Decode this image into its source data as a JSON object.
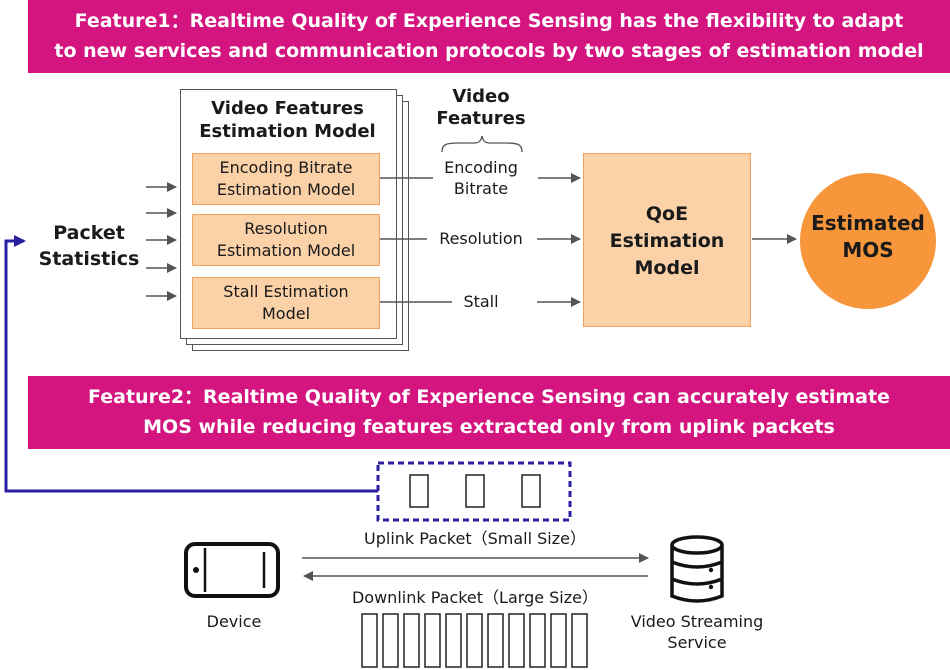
{
  "feature1": {
    "line1": "Feature1：Realtime Quality of Experience Sensing has the flexibility to adapt",
    "line2": "to new services and communication protocols by two stages of estimation model"
  },
  "feature2": {
    "line1": "Feature2：Realtime Quality of Experience Sensing can accurately estimate",
    "line2": "MOS while reducing features extracted only from uplink packets"
  },
  "packet_statistics": {
    "line1": "Packet",
    "line2": "Statistics"
  },
  "video_features_model": {
    "title_line1": "Video Features",
    "title_line2": "Estimation Model",
    "boxes": [
      {
        "line1": "Encoding Bitrate",
        "line2": "Estimation Model"
      },
      {
        "line1": "Resolution",
        "line2": "Estimation Model"
      },
      {
        "line1": "Stall Estimation",
        "line2": "Model"
      }
    ]
  },
  "video_features": {
    "header_line1": "Video",
    "header_line2": "Features",
    "items": [
      {
        "line1": "Encoding",
        "line2": "Bitrate"
      },
      {
        "line1": "Resolution"
      },
      {
        "line1": "Stall"
      }
    ]
  },
  "qoe_model": {
    "line1": "QoE",
    "line2": "Estimation",
    "line3": "Model"
  },
  "estimated_mos": {
    "line1": "Estimated",
    "line2": "MOS"
  },
  "uplink_label": "Uplink Packet（Small Size）",
  "downlink_label": "Downlink Packet（Large Size）",
  "device_label": "Device",
  "server_label": {
    "line1": "Video Streaming",
    "line2": "Service"
  },
  "colors": {
    "banner": "#d4157f",
    "model_fill": "#fbd1a8",
    "model_border": "#f1a260",
    "mos_fill": "#f7963b",
    "feedback_arrow": "#2a1fa0"
  }
}
